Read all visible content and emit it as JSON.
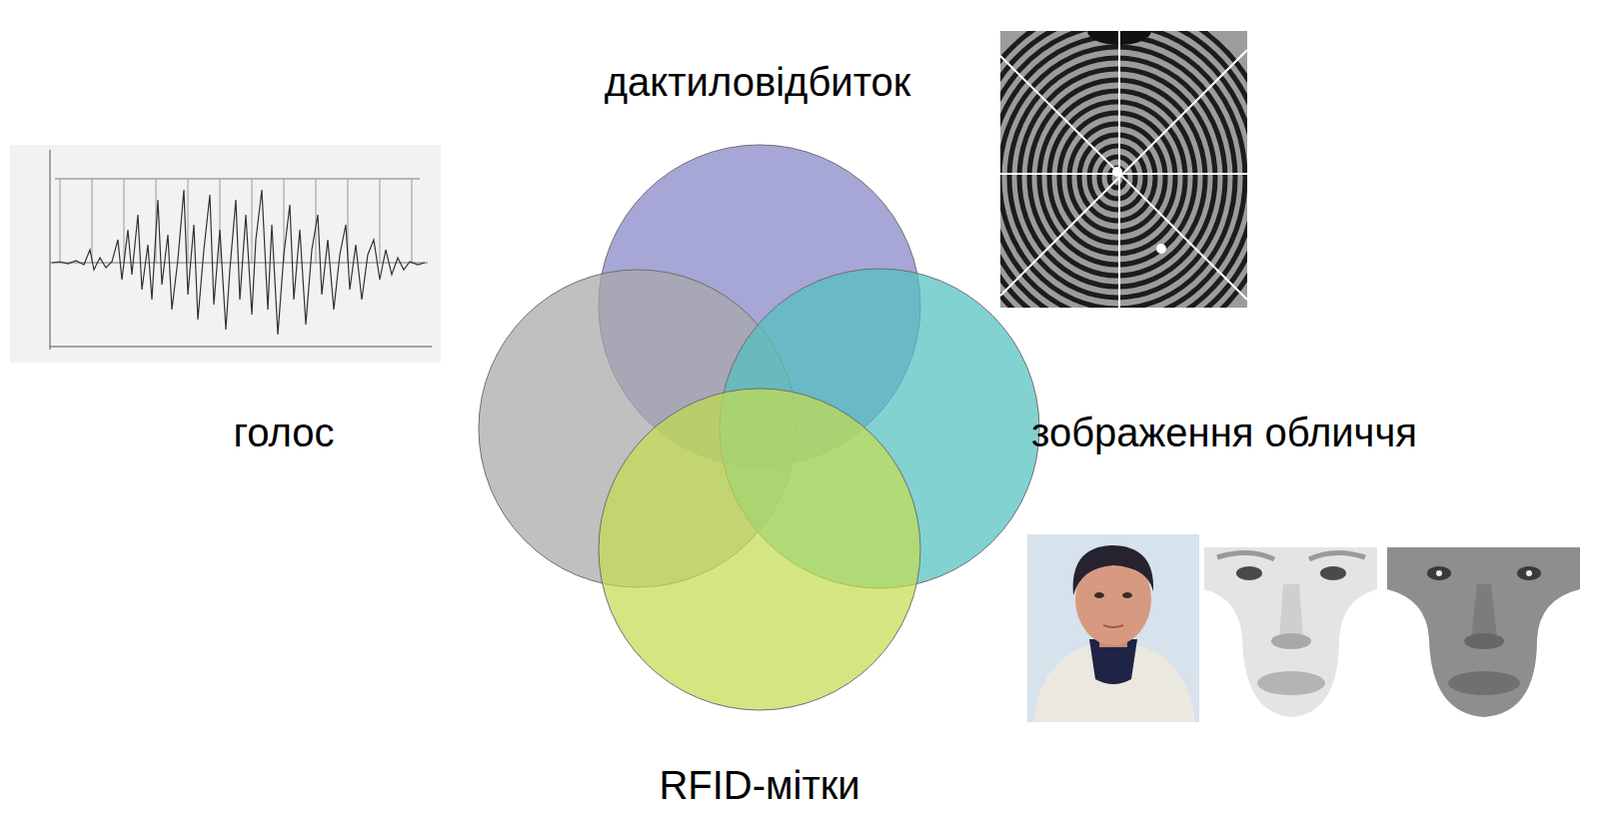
{
  "diagram": {
    "nodes": [
      {
        "text": [
          "дактиловідбиток"
        ]
      },
      {
        "text": [
          "голос"
        ]
      },
      {
        "text": [
          "зображення обличчя"
        ]
      },
      {
        "text": [
          "RFID-мітки"
        ]
      }
    ]
  }
}
